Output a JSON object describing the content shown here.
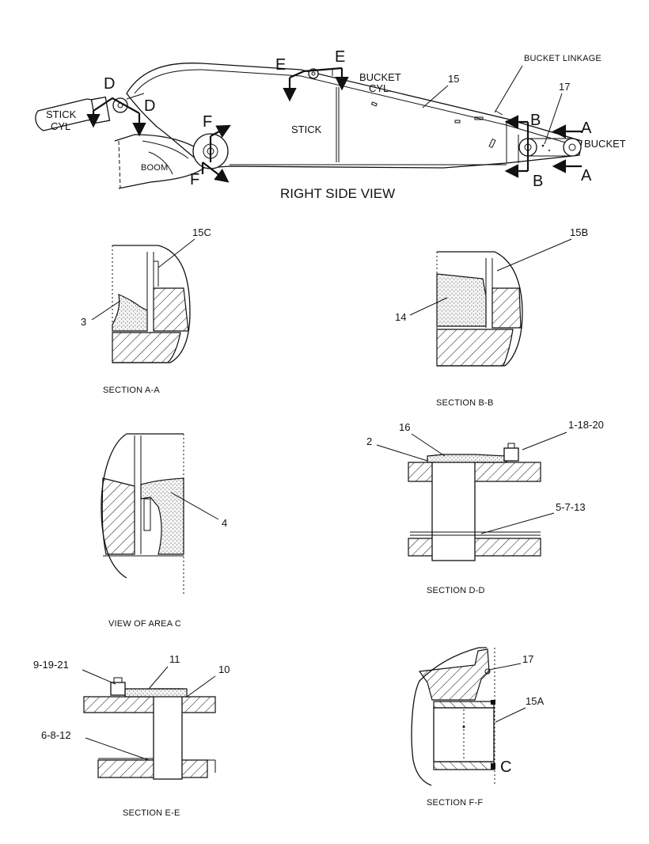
{
  "main_view": {
    "title": "RIGHT SIDE VIEW",
    "labels": {
      "stick_cyl_1": "STICK",
      "stick_cyl_2": "CYL",
      "boom": "BOOM",
      "stick": "STICK",
      "bucket_cyl_1": "BUCKET",
      "bucket_cyl_2": "CYL.",
      "bucket_linkage": "BUCKET LINKAGE",
      "bucket": "BUCKET",
      "callout_15": "15",
      "callout_17": "17"
    },
    "section_markers": {
      "d1": "D",
      "d2": "D",
      "e1": "E",
      "e2": "E",
      "f1": "F",
      "f2": "F",
      "b1": "B",
      "b2": "B",
      "a1": "A",
      "a2": "A"
    }
  },
  "section_aa": {
    "caption": "SECTION A-A",
    "callouts": {
      "top": "15C",
      "left": "3"
    }
  },
  "section_bb": {
    "caption": "SECTION B-B",
    "callouts": {
      "top": "15B",
      "left": "14"
    }
  },
  "view_c": {
    "caption": "VIEW OF AREA C",
    "callouts": {
      "right": "4"
    }
  },
  "section_dd": {
    "caption": "SECTION D-D",
    "callouts": {
      "top": "16",
      "left": "2",
      "right": "1-18-20",
      "lower": "5-7-13"
    }
  },
  "section_ee": {
    "caption": "SECTION E-E",
    "callouts": {
      "left_top": "9-19-21",
      "top": "11",
      "right": "10",
      "left_lower": "6-8-12"
    }
  },
  "section_ff": {
    "caption": "SECTION F-F",
    "callouts": {
      "top": "17",
      "right": "15A",
      "corner": "C"
    }
  }
}
